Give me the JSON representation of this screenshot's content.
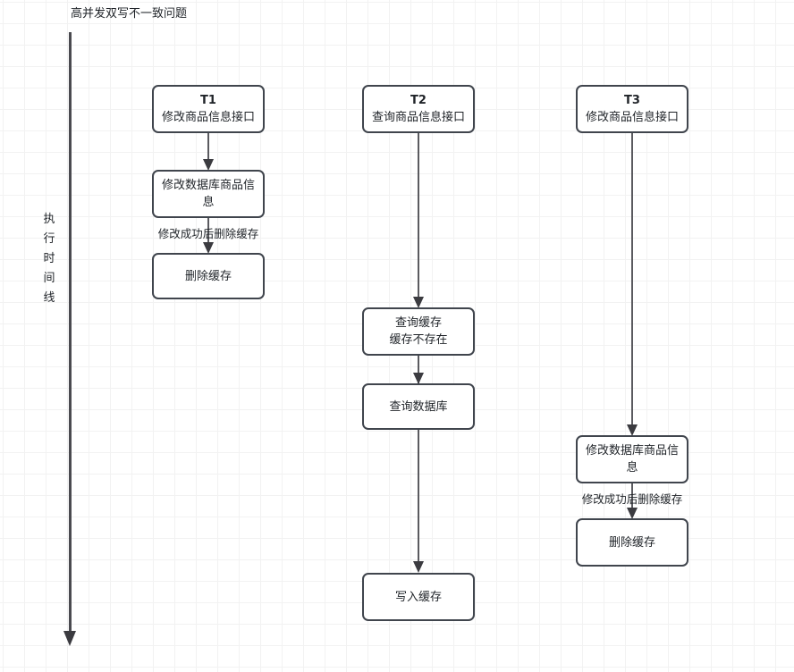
{
  "diagram": {
    "title": "高并发双写不一致问题",
    "timeline": {
      "label_chars": [
        "执",
        "行",
        "时",
        "间",
        "线"
      ],
      "axis_name": "execution-timeline"
    },
    "columns": [
      {
        "id": "T1",
        "header_id": "T1",
        "header_text": "修改商品信息接口",
        "nodes": [
          {
            "name": "t1-modify-db",
            "lines": [
              "修改数据库商品信息"
            ]
          },
          {
            "name": "t1-delete-cache",
            "lines": [
              "删除缓存"
            ]
          }
        ],
        "edge_labels": [
          "修改成功后删除缓存"
        ]
      },
      {
        "id": "T2",
        "header_id": "T2",
        "header_text": "查询商品信息接口",
        "nodes": [
          {
            "name": "t2-query-cache",
            "lines": [
              "查询缓存",
              "缓存不存在"
            ]
          },
          {
            "name": "t2-query-db",
            "lines": [
              "查询数据库"
            ]
          },
          {
            "name": "t2-write-cache",
            "lines": [
              "写入缓存"
            ]
          }
        ],
        "edge_labels": []
      },
      {
        "id": "T3",
        "header_id": "T3",
        "header_text": "修改商品信息接口",
        "nodes": [
          {
            "name": "t3-modify-db",
            "lines": [
              "修改数据库商品信息"
            ]
          },
          {
            "name": "t3-delete-cache",
            "lines": [
              "删除缓存"
            ]
          }
        ],
        "edge_labels": [
          "修改成功后删除缓存"
        ]
      }
    ],
    "colors": {
      "node_border": "#40454d",
      "node_fill": "#ffffff",
      "text": "#1f2328",
      "connector": "#5a5a5f",
      "grid_minor": "#f2f2f2",
      "grid_major": "#eaeaea"
    }
  }
}
